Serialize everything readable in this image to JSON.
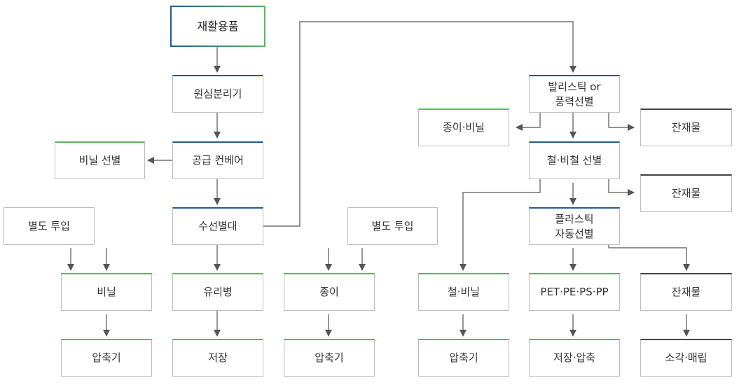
{
  "nodes": {
    "recyclables": "재활용품",
    "centrifugal_separator": "원심분리기",
    "supply_conveyor": "공급 컨베어",
    "vinyl_sort": "비닐 선별",
    "manual_sort_table": "수선별대",
    "separate_input_left": "별도 투입",
    "separate_input_mid": "별도 투입",
    "vinyl": "비닐",
    "glass_bottle": "유리병",
    "paper": "종이",
    "compactor_1": "압축기",
    "storage_1": "저장",
    "compactor_2": "압축기",
    "ballistic_separator": "발리스틱 or\n풍력선별",
    "paper_vinyl": "종이·비닐",
    "residue_1": "잔재물",
    "iron_nonferrous_sort": "철·비철 선별",
    "residue_2": "잔재물",
    "plastic_auto_sort": "플라스틱\n자동선별",
    "iron_vinyl": "철·비닐",
    "pet_pe_ps_pp": "PET·PE·PS·PP",
    "residue_3": "잔재물",
    "compactor_3": "압축기",
    "storage_compress": "저장·압축",
    "incinerate_landfill": "소각·매립"
  },
  "colors": {
    "line": "#555555",
    "blue": "#1f5c99",
    "green": "#5bb85b",
    "dark": "#444444"
  }
}
